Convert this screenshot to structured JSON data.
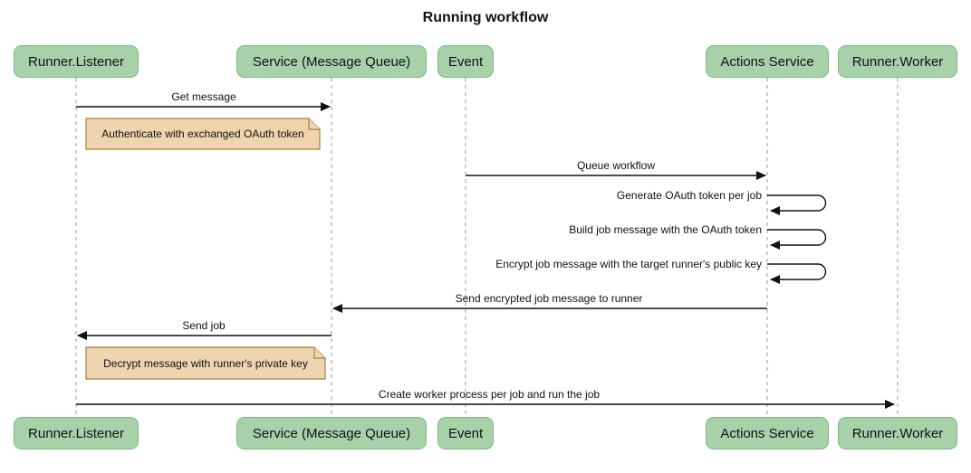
{
  "title": "Running workflow",
  "actors": [
    {
      "label": "Runner.Listener"
    },
    {
      "label": "Service (Message Queue)"
    },
    {
      "label": "Event"
    },
    {
      "label": "Actions Service"
    },
    {
      "label": "Runner.Worker"
    }
  ],
  "messages": [
    {
      "label": "Get message",
      "from": "Runner.Listener",
      "to": "Service (Message Queue)",
      "type": "arrow"
    },
    {
      "label": "Queue workflow",
      "from": "Event",
      "to": "Actions Service",
      "type": "arrow"
    },
    {
      "label": "Generate OAuth token per job",
      "from": "Actions Service",
      "to": "Actions Service",
      "type": "self"
    },
    {
      "label": "Build job message with the OAuth token",
      "from": "Actions Service",
      "to": "Actions Service",
      "type": "self"
    },
    {
      "label": "Encrypt job message with the target runner's public key",
      "from": "Actions Service",
      "to": "Actions Service",
      "type": "self"
    },
    {
      "label": "Send encrypted job message to runner",
      "from": "Actions Service",
      "to": "Service (Message Queue)",
      "type": "arrow"
    },
    {
      "label": "Send job",
      "from": "Service (Message Queue)",
      "to": "Runner.Listener",
      "type": "arrow"
    },
    {
      "label": "Create worker process per job and run the job",
      "from": "Runner.Listener",
      "to": "Runner.Worker",
      "type": "arrow"
    }
  ],
  "notes": [
    {
      "label": "Authenticate with exchanged OAuth token",
      "position": "right of Runner.Listener"
    },
    {
      "label": "Decrypt message with runner's private key",
      "position": "right of Runner.Listener"
    }
  ],
  "colors": {
    "background": "#ffffff",
    "text": "#111111",
    "actor_fill": "#a7d2a9",
    "actor_border": "#7cb87f",
    "note_fill": "#eed5b0",
    "note_border": "#a5803b",
    "lifeline": "#999999",
    "arrow": "#111111"
  }
}
